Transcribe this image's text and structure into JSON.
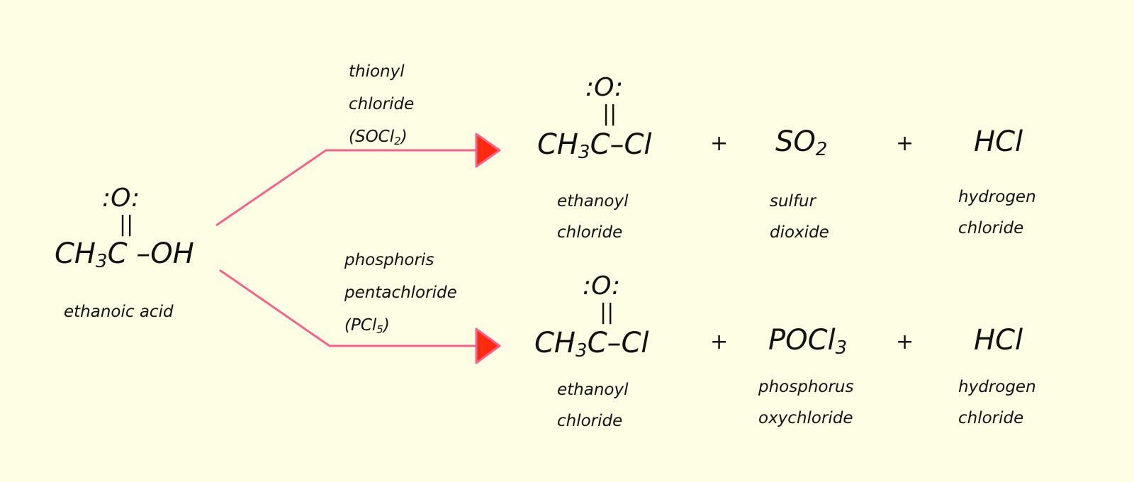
{
  "reactant": {
    "carbonyl_oxygen": ":O:",
    "double_bond": "||",
    "formula_prefix": "CH",
    "formula_sub": "3",
    "formula_carbon": "C",
    "formula_suffix": " –OH",
    "name": "ethanoic acid"
  },
  "reaction_top": {
    "reagent_line1": "thionyl",
    "reagent_line2": "chloride",
    "reagent_formula_open": "(SOCl",
    "reagent_formula_sub": "2",
    "reagent_formula_close": ")",
    "product1": {
      "carbonyl_oxygen": ":O:",
      "double_bond": "||",
      "formula_prefix": "CH",
      "formula_sub": "3",
      "formula_suffix": "C–Cl",
      "name_line1": "ethanoyl",
      "name_line2": "chloride"
    },
    "plus1": "+",
    "product2": {
      "formula_main": "SO",
      "formula_sub": "2",
      "name_line1": "sulfur",
      "name_line2": "dioxide"
    },
    "plus2": "+",
    "product3": {
      "formula": "HCl",
      "name_line1": "hydrogen",
      "name_line2": "chloride"
    }
  },
  "reaction_bottom": {
    "reagent_line1": "phosphoris",
    "reagent_line2": "pentachloride",
    "reagent_formula_open": "(PCl",
    "reagent_formula_sub": "5",
    "reagent_formula_close": ")",
    "product1": {
      "carbonyl_oxygen": ":O:",
      "double_bond": "||",
      "formula_prefix": "CH",
      "formula_sub": "3",
      "formula_suffix": "C–Cl",
      "name_line1": "ethanoyl",
      "name_line2": "chloride"
    },
    "plus1": "+",
    "product2": {
      "formula_main": "POCl",
      "formula_sub": "3",
      "name_line1": "phosphorus",
      "name_line2": "oxychloride"
    },
    "plus2": "+",
    "product3": {
      "formula": "HCl",
      "name_line1": "hydrogen",
      "name_line2": "chloride"
    }
  },
  "colors": {
    "background": "#fefee4",
    "arrow_line": "#f0648c",
    "arrow_head": "#ff2a10",
    "text": "#111111"
  }
}
